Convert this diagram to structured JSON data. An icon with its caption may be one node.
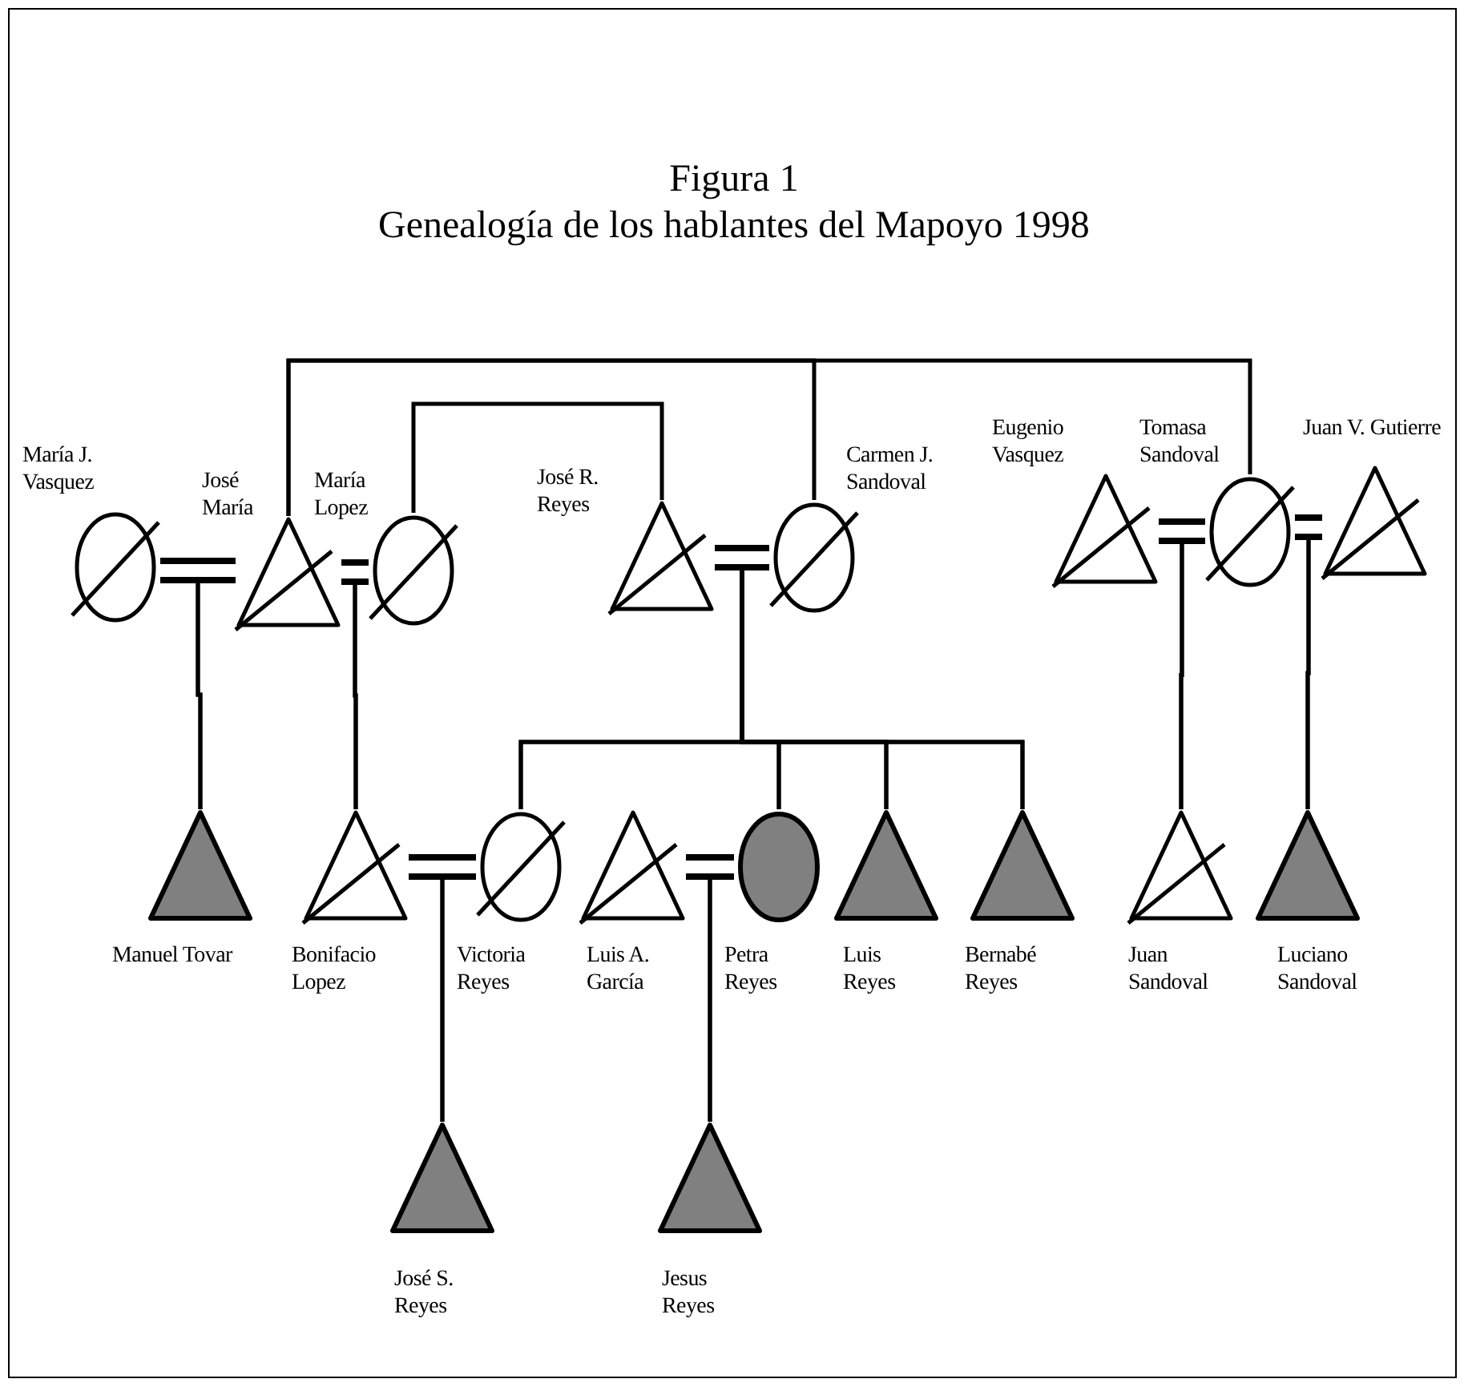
{
  "diagram": {
    "title": "Figura 1",
    "caption": "Genealogía de los hablantes del Mapoyo 1998",
    "nodes": [
      {
        "text": [],
        "shape": "circle",
        "beside": [
          "María J. Vasquez"
        ]
      },
      {
        "text": [],
        "shape": "triangle",
        "beside": [
          "José María"
        ]
      },
      {
        "text": [],
        "shape": "circle",
        "beside": [
          "María Lopez"
        ]
      },
      {
        "text": [],
        "shape": "triangle",
        "beside": [
          "José R. Reyes"
        ]
      },
      {
        "text": [],
        "shape": "circle",
        "beside": [
          "Carmen J. Sandoval"
        ]
      },
      {
        "text": [],
        "shape": "triangle",
        "beside": [
          "Eugenio Vasquez"
        ]
      },
      {
        "text": [],
        "shape": "circle",
        "beside": [
          "Tomasa Sandoval"
        ]
      },
      {
        "text": [],
        "shape": "triangle",
        "beside": [
          "Juan V. Gutierre"
        ]
      },
      {
        "text": [],
        "shape": "triangle",
        "beside": [
          "Manuel Tovar"
        ]
      },
      {
        "text": [],
        "shape": "triangle",
        "beside": [
          "Bonifacio Lopez"
        ]
      },
      {
        "text": [],
        "shape": "circle",
        "beside": [
          "Victoria Reyes"
        ]
      },
      {
        "text": [],
        "shape": "triangle",
        "beside": [
          "Luis A. García"
        ]
      },
      {
        "text": [],
        "shape": "circle",
        "beside": [
          "Petra Reyes"
        ]
      },
      {
        "text": [],
        "shape": "triangle",
        "beside": [
          "Luis Reyes"
        ]
      },
      {
        "text": [],
        "shape": "triangle",
        "beside": [
          "Bernabé Reyes"
        ]
      },
      {
        "text": [],
        "shape": "triangle",
        "beside": [
          "Juan Sandoval"
        ]
      },
      {
        "text": [],
        "shape": "triangle",
        "beside": [
          "Luciano Sandoval"
        ]
      },
      {
        "text": [],
        "shape": "triangle",
        "beside": [
          "José S. Reyes"
        ]
      },
      {
        "text": [],
        "shape": "triangle",
        "beside": [
          "Jesus Reyes"
        ]
      }
    ],
    "edges": [
      {
        "from": 0,
        "to": 1,
        "arrow": "none"
      },
      {
        "from": 1,
        "to": 2,
        "arrow": "none"
      },
      {
        "from": 3,
        "to": 4,
        "arrow": "none"
      },
      {
        "from": 5,
        "to": 6,
        "arrow": "none"
      },
      {
        "from": 6,
        "to": 7,
        "arrow": "none"
      },
      {
        "from": 9,
        "to": 10,
        "arrow": "none"
      },
      {
        "from": 11,
        "to": 12,
        "arrow": "none"
      },
      {
        "from": 1,
        "to": 4,
        "arrow": "none"
      },
      {
        "from": 1,
        "to": 6,
        "arrow": "none"
      },
      {
        "from": 2,
        "to": 3,
        "arrow": "none"
      },
      {
        "from": 0,
        "to": 8,
        "arrow": "none"
      },
      {
        "from": 1,
        "to": 8,
        "arrow": "none"
      },
      {
        "from": 1,
        "to": 9,
        "arrow": "none"
      },
      {
        "from": 2,
        "to": 9,
        "arrow": "none"
      },
      {
        "from": 3,
        "to": 10,
        "arrow": "none"
      },
      {
        "from": 4,
        "to": 10,
        "arrow": "none"
      },
      {
        "from": 3,
        "to": 12,
        "arrow": "none"
      },
      {
        "from": 4,
        "to": 12,
        "arrow": "none"
      },
      {
        "from": 3,
        "to": 13,
        "arrow": "none"
      },
      {
        "from": 4,
        "to": 13,
        "arrow": "none"
      },
      {
        "from": 3,
        "to": 14,
        "arrow": "none"
      },
      {
        "from": 4,
        "to": 14,
        "arrow": "none"
      },
      {
        "from": 5,
        "to": 15,
        "arrow": "none"
      },
      {
        "from": 6,
        "to": 15,
        "arrow": "none"
      },
      {
        "from": 6,
        "to": 16,
        "arrow": "none"
      },
      {
        "from": 7,
        "to": 16,
        "arrow": "none"
      },
      {
        "from": 9,
        "to": 17,
        "arrow": "none"
      },
      {
        "from": 10,
        "to": 17,
        "arrow": "none"
      },
      {
        "from": 11,
        "to": 18,
        "arrow": "none"
      },
      {
        "from": 12,
        "to": 18,
        "arrow": "none"
      }
    ]
  }
}
